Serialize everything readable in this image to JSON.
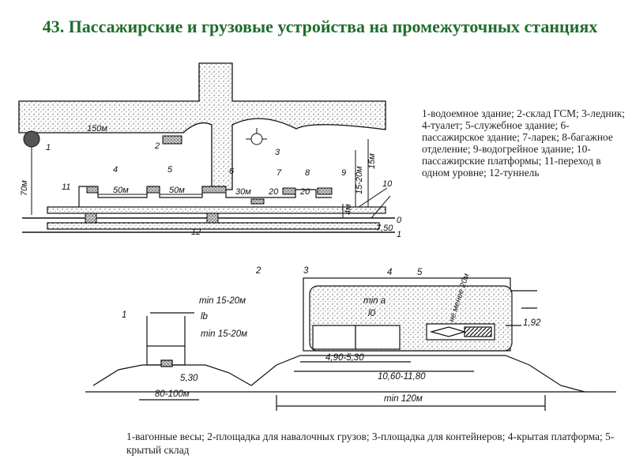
{
  "title": "43. Пассажирские и грузовые устройства на промежуточных станциях",
  "top_legend": "1-водоемное здание; 2-склад ГСМ; 3-ледник; 4-туалет; 5-служебное здание; 6-пассажирское здание; 7-ларек; 8-багажное отделение; 9-водогрейное здание; 10-пассажирские платформы; 11-переход в одном уровне; 12-туннель",
  "bottom_legend": "1-вагонные весы; 2-площадка для навалочных грузов; 3-площадка для контейнеров; 4-крытая платформа; 5-крытый склад",
  "top_plan": {
    "numbers": [
      "1",
      "2",
      "3",
      "4",
      "5",
      "6",
      "7",
      "8",
      "9",
      "10",
      "11",
      "12"
    ],
    "dims": {
      "d150": "150м",
      "d70": "70м",
      "d50a": "50м",
      "d50b": "50м",
      "d30": "30м",
      "d20a": "20",
      "d20b": "20",
      "d1520": "15-20м",
      "d15m": "15м",
      "d4m": "4м",
      "d750": "7,50"
    },
    "track_labels": [
      "0",
      "1"
    ]
  },
  "bottom_section": {
    "numbers": [
      "1",
      "2",
      "3",
      "4",
      "5"
    ],
    "labels": {
      "min1520a": "min 15-20м",
      "lb": "lb",
      "min1520b": "min 15-20м",
      "d530": "5,30",
      "d80100": "80-100м",
      "mina": "min a",
      "l0": "l0",
      "nemenee": "не менее 20м",
      "d192": "1,92",
      "d490": "4,90-5,30",
      "d1060": "10,60-11,80",
      "min120": "min 120м"
    }
  }
}
